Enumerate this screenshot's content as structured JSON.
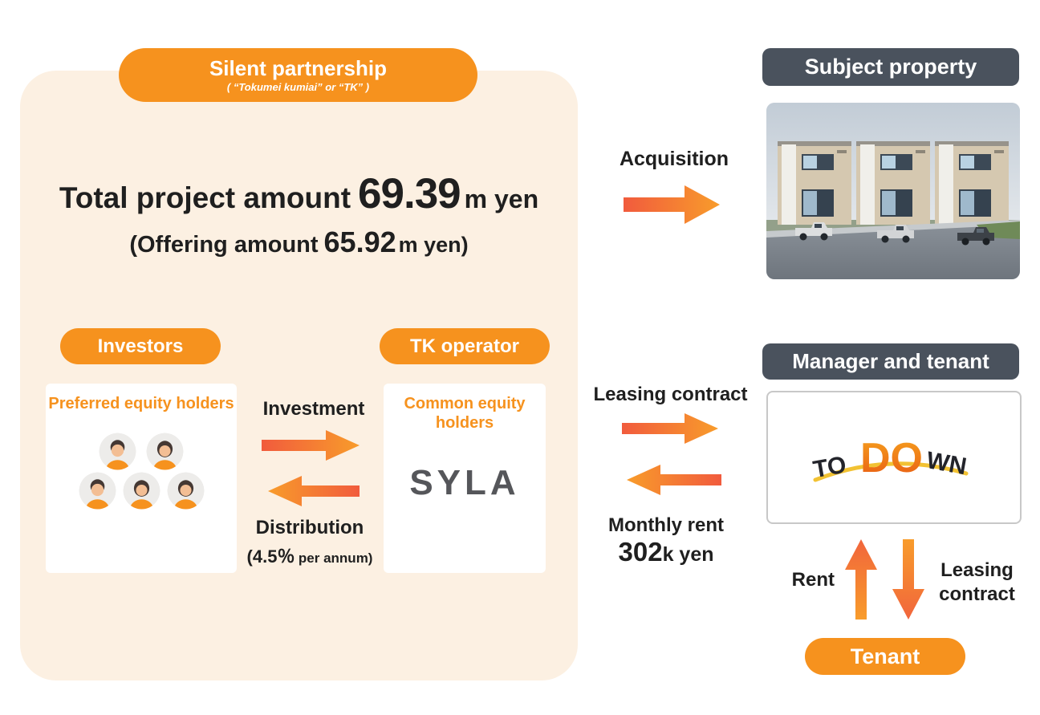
{
  "partnership": {
    "title": "Silent partnership",
    "subtitle": "( “Tokumei kumiai”  or “TK” )",
    "total": {
      "label": "Total project amount",
      "amount": "69.39",
      "unit": "m yen"
    },
    "offering": {
      "label": "(Offering amount",
      "amount": "65.92",
      "unit": "m yen)"
    },
    "investors": {
      "pill": "Investors",
      "card_title": "Preferred equity holders"
    },
    "operator": {
      "pill": "TK operator",
      "card_title": "Common equity holders",
      "logo": "SYLA"
    },
    "flows": {
      "investment": "Investment",
      "distribution": "Distribution",
      "rate": "(4.5％",
      "rate_note": "per annum)"
    }
  },
  "property": {
    "header": "Subject property",
    "acquisition": "Acquisition"
  },
  "manager": {
    "header": "Manager and tenant",
    "logo": {
      "part1": "TO",
      "part2": "DO",
      "part3": "WN"
    },
    "leasing_contract": "Leasing contract",
    "monthly_rent": {
      "label": "Monthly rent",
      "amount": "302",
      "unit": "k yen"
    }
  },
  "tenant": {
    "rent": "Rent",
    "leasing_line1": "Leasing",
    "leasing_line2": "contract",
    "pill": "Tenant"
  },
  "colors": {
    "orange": "#F6921E",
    "cream": "#FCF0E2",
    "slate": "#4A525D",
    "arrow_red": "#F15B3D",
    "arrow_orange": "#F89C2B"
  }
}
